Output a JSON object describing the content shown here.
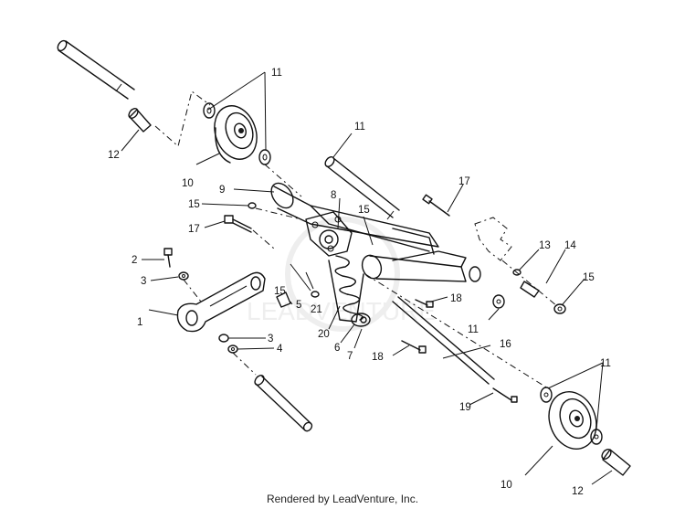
{
  "footer": "Rendered by LeadVenture, Inc.",
  "callouts": [
    {
      "id": "c1",
      "text": "1"
    },
    {
      "id": "c2",
      "text": "2"
    },
    {
      "id": "c3a",
      "text": "3"
    },
    {
      "id": "c3b",
      "text": "3"
    },
    {
      "id": "c4",
      "text": "4"
    },
    {
      "id": "c5",
      "text": "5"
    },
    {
      "id": "c6",
      "text": "6"
    },
    {
      "id": "c7",
      "text": "7"
    },
    {
      "id": "c8",
      "text": "8"
    },
    {
      "id": "c9",
      "text": "9"
    },
    {
      "id": "c10a",
      "text": "10"
    },
    {
      "id": "c10b",
      "text": "10"
    },
    {
      "id": "c11a",
      "text": "11"
    },
    {
      "id": "c11b",
      "text": "11"
    },
    {
      "id": "c11c",
      "text": "11"
    },
    {
      "id": "c11d",
      "text": "11"
    },
    {
      "id": "c12a",
      "text": "12"
    },
    {
      "id": "c12b",
      "text": "12"
    },
    {
      "id": "c13",
      "text": "13"
    },
    {
      "id": "c14",
      "text": "14"
    },
    {
      "id": "c15a",
      "text": "15"
    },
    {
      "id": "c15b",
      "text": "15"
    },
    {
      "id": "c15c",
      "text": "15"
    },
    {
      "id": "c15d",
      "text": "15"
    },
    {
      "id": "c16",
      "text": "16"
    },
    {
      "id": "c17a",
      "text": "17"
    },
    {
      "id": "c17b",
      "text": "17"
    },
    {
      "id": "c18a",
      "text": "18"
    },
    {
      "id": "c18b",
      "text": "18"
    },
    {
      "id": "c19",
      "text": "19"
    },
    {
      "id": "c20",
      "text": "20"
    },
    {
      "id": "c21",
      "text": "21"
    }
  ]
}
